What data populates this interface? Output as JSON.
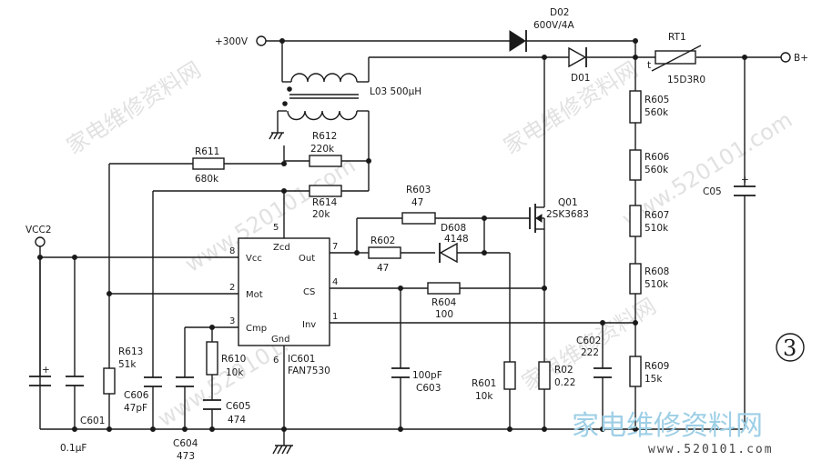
{
  "labels": {
    "v300": "+300V",
    "bplus": "B+",
    "vcc2": "VCC2",
    "d02_name": "D02",
    "d02_value": "600V/4A",
    "d01": "D01",
    "rt1": "RT1",
    "rt1_t": "t",
    "rt1_value": "15D3R0",
    "l03": "L03 500μH",
    "r611": "R611",
    "r611_value": "680k",
    "r612": "R612",
    "r612_value": "220k",
    "r614": "R614",
    "r614_value": "20k",
    "r603": "R603",
    "r603_value": "47",
    "r602": "R602",
    "r602_value": "47",
    "d608": "D608",
    "d608_value": "4148",
    "q01": "Q01",
    "q01_value": "2SK3683",
    "r604": "R604",
    "r604_value": "100",
    "r605": "R605",
    "r605_value": "560k",
    "r606": "R606",
    "r606_value": "560k",
    "r607": "R607",
    "r607_value": "510k",
    "r608": "R608",
    "r608_value": "510k",
    "r609": "R609",
    "r609_value": "15k",
    "c05": "C05",
    "c602": "C602",
    "c602_value": "222",
    "r02": "R02",
    "r02_value": "0.22",
    "r601": "R601",
    "r601_value": "10k",
    "c603_value": "100pF",
    "c603": "C603",
    "r613": "R613",
    "r613_value": "51k",
    "c606": "C606",
    "c606_value": "47pF",
    "r610": "R610",
    "r610_value": "10k",
    "c605": "C605",
    "c605_value": "474",
    "c604": "C604",
    "c604_value": "473",
    "c601": "C601",
    "c601_value": "0.1μF",
    "ic_name": "IC601",
    "ic_part": "FAN7530",
    "pin_vcc": "Vcc",
    "pin_mot": "Mot",
    "pin_cmp": "Cmp",
    "pin_zcd": "Zcd",
    "pin_out": "Out",
    "pin_cs": "CS",
    "pin_inv": "Inv",
    "pin_gnd": "Gnd",
    "pin8": "8",
    "pin2": "2",
    "pin3": "3",
    "pin5": "5",
    "pin7": "7",
    "pin4": "4",
    "pin1": "1",
    "pin6": "6",
    "plus_c05": "+",
    "plus_cvcc": "+",
    "figure_number": "3"
  },
  "watermark": {
    "text1": "家电维修资料网",
    "text2": "www.520101.com",
    "logo_cn": "家电维修资料网",
    "logo_url": "www.520101.com"
  },
  "colors": {
    "wire": "#1a1a1a",
    "logo": "#9ecfe6",
    "watermark": "#c9c9c9"
  }
}
